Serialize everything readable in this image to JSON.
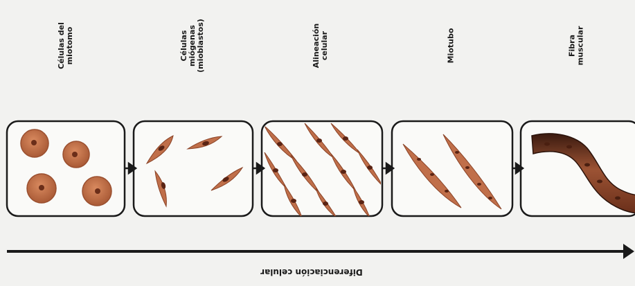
{
  "stages": [
    {
      "label": "Células del\nmiotomo"
    },
    {
      "label": "Células\nmiógenas\n(mioblastos)"
    },
    {
      "label": "Alineación\ncelular"
    },
    {
      "label": "Miotubo"
    },
    {
      "label": "Fibra\nmuscular"
    }
  ],
  "axis": {
    "label": "Diferenciación celular"
  },
  "colors": {
    "cell_fill": "#c06f4a",
    "cell_dark": "#8a4327",
    "fiber_dark": "#3a1a0f",
    "outline": "#1a1a1a",
    "background": "#f2f2f0"
  }
}
